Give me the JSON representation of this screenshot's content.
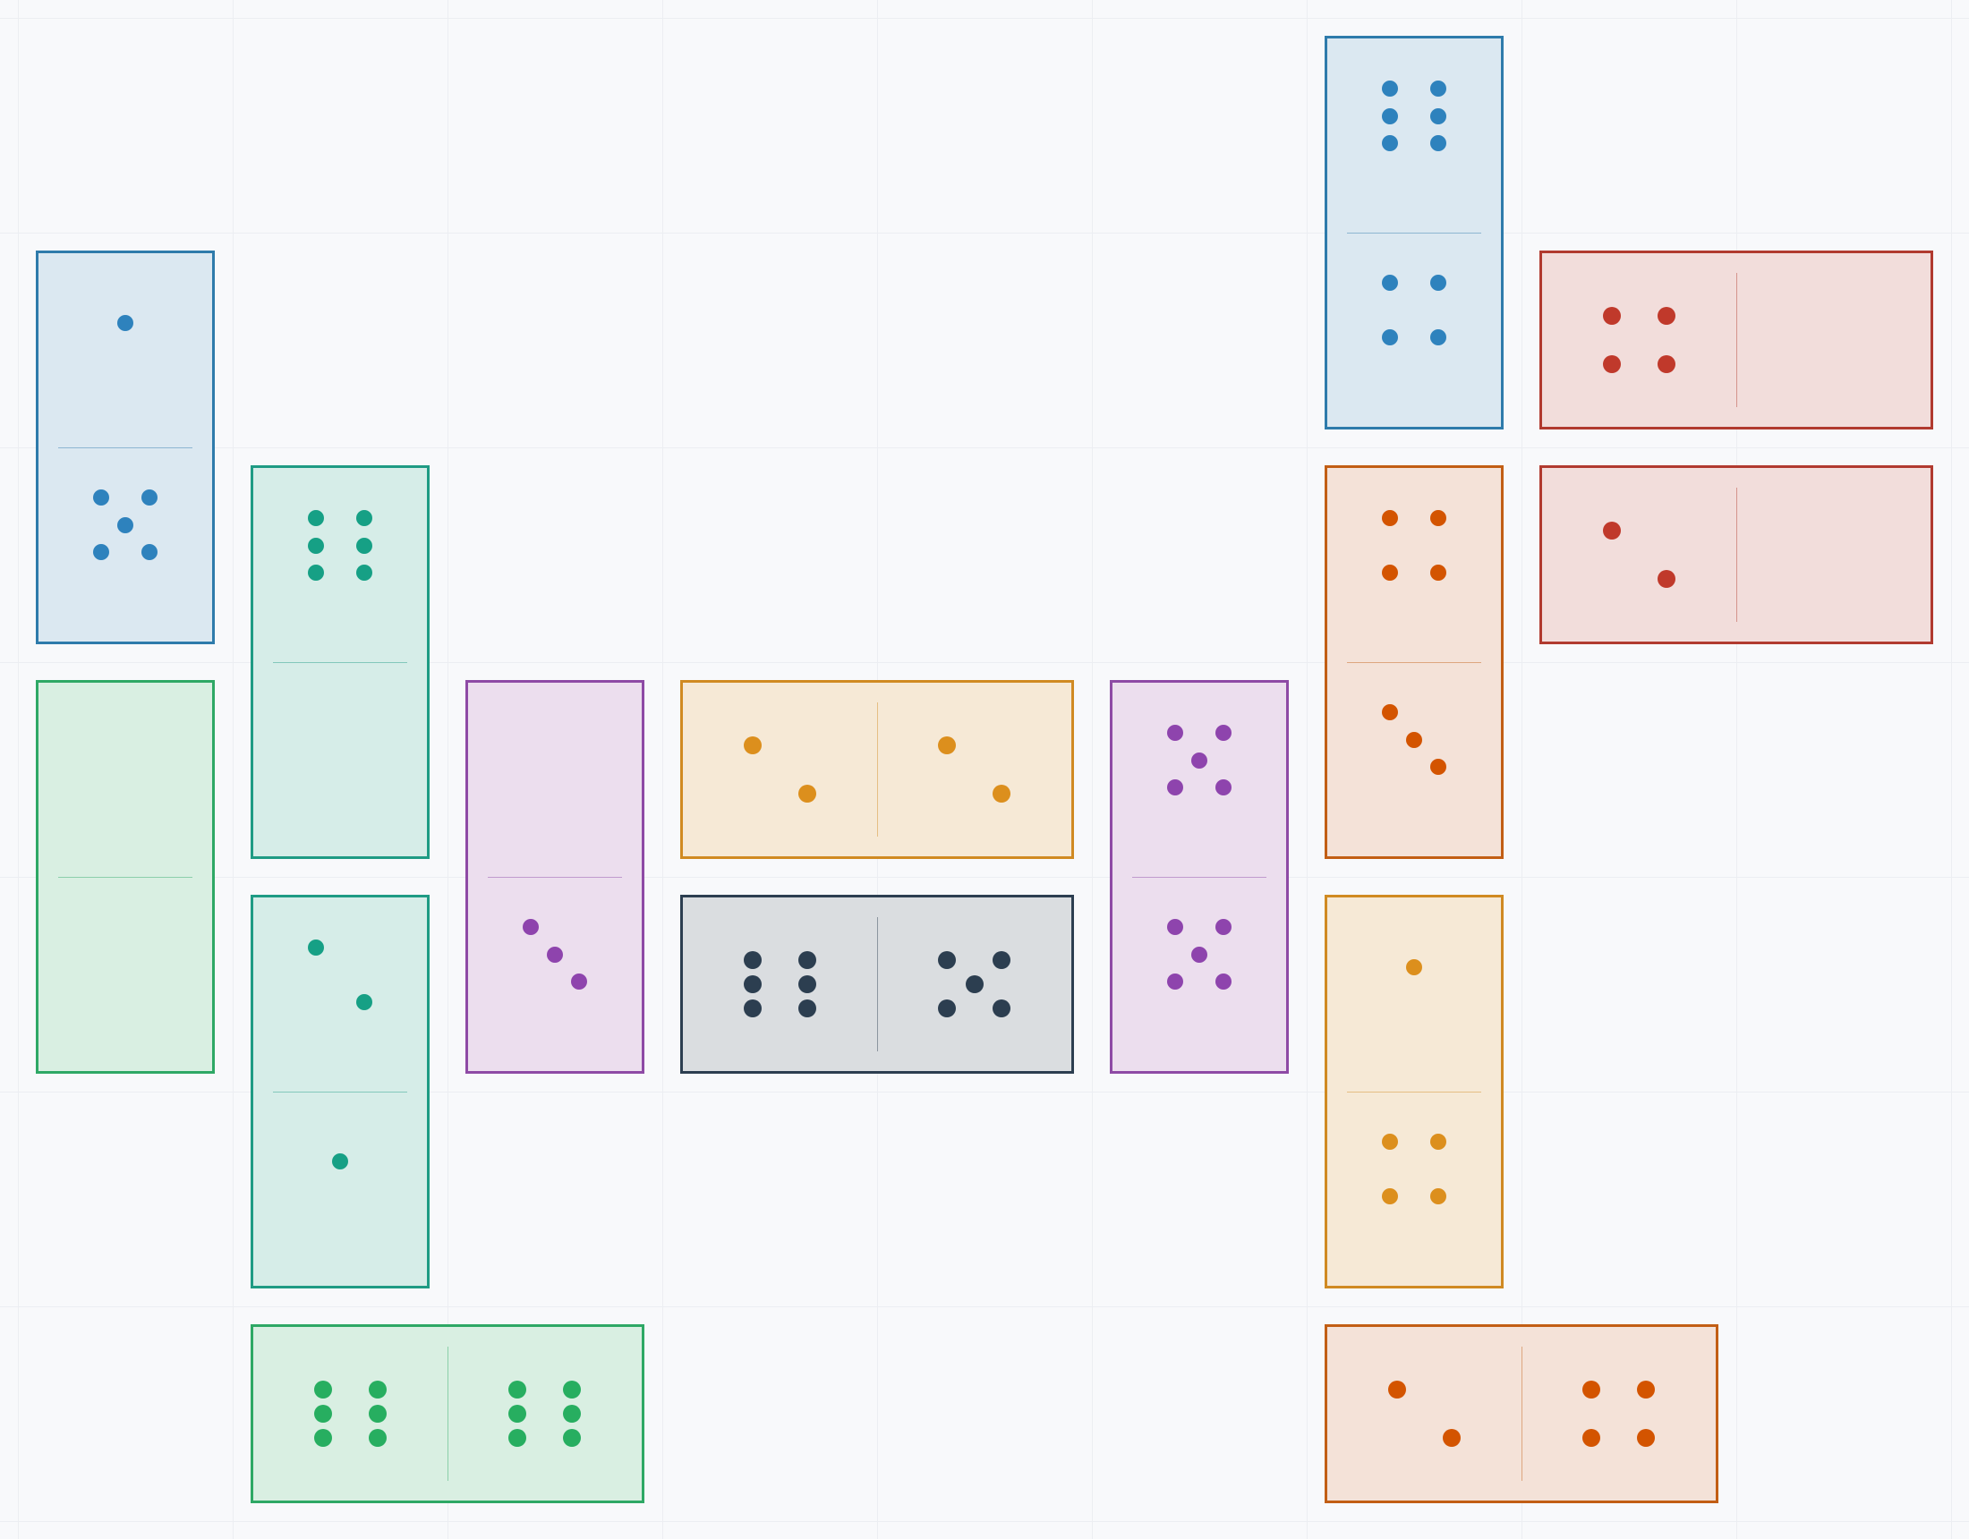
{
  "colors": {
    "blue": {
      "border": "#2e7bab",
      "fill": "#dbe8f1",
      "pip": "#2e82bd"
    },
    "teal": {
      "border": "#1f9b84",
      "fill": "#d6ede8",
      "pip": "#16a085"
    },
    "green": {
      "border": "#2ea865",
      "fill": "#d9efe2",
      "pip": "#27ae60"
    },
    "purple": {
      "border": "#8e4aa5",
      "fill": "#ecdeee",
      "pip": "#8e44ad"
    },
    "amber": {
      "border": "#d08a22",
      "fill": "#f6e9d6",
      "pip": "#dc8f1d"
    },
    "slate": {
      "border": "#2c3e50",
      "fill": "#dadde0",
      "pip": "#2c3e50"
    },
    "orange": {
      "border": "#c25e14",
      "fill": "#f4e2d8",
      "pip": "#d35400"
    },
    "red": {
      "border": "#b13a2f",
      "fill": "#f2dddb",
      "pip": "#c0392b"
    }
  },
  "dominoes": [
    {
      "name": "domino-1-5",
      "color": "blue",
      "pips": [
        1,
        5
      ],
      "orientation": "vertical",
      "col": 0,
      "row": 1
    },
    {
      "name": "domino-0-0",
      "color": "green",
      "pips": [
        0,
        0
      ],
      "orientation": "vertical",
      "col": 0,
      "row": 3
    },
    {
      "name": "domino-6-0",
      "color": "teal",
      "pips": [
        6,
        0
      ],
      "orientation": "vertical",
      "col": 1,
      "row": 2
    },
    {
      "name": "domino-2-1",
      "color": "teal",
      "pips": [
        2,
        1
      ],
      "orientation": "vertical",
      "col": 1,
      "row": 4
    },
    {
      "name": "domino-6-6-green",
      "color": "green",
      "pips": [
        6,
        6
      ],
      "orientation": "horizontal",
      "col": 1,
      "row": 6
    },
    {
      "name": "domino-0-3-purple",
      "color": "purple",
      "pips": [
        0,
        3
      ],
      "orientation": "vertical",
      "col": 2,
      "row": 3
    },
    {
      "name": "domino-2-2",
      "color": "amber",
      "pips": [
        2,
        2
      ],
      "orientation": "horizontal",
      "col": 3,
      "row": 3
    },
    {
      "name": "domino-6-5",
      "color": "slate",
      "pips": [
        6,
        5
      ],
      "orientation": "horizontal",
      "col": 3,
      "row": 4
    },
    {
      "name": "domino-5-5",
      "color": "purple",
      "pips": [
        5,
        5
      ],
      "orientation": "vertical",
      "col": 5,
      "row": 3
    },
    {
      "name": "domino-6-4",
      "color": "blue",
      "pips": [
        6,
        4
      ],
      "orientation": "vertical",
      "col": 6,
      "row": 0
    },
    {
      "name": "domino-4-3",
      "color": "orange",
      "pips": [
        4,
        3
      ],
      "orientation": "vertical",
      "col": 6,
      "row": 2
    },
    {
      "name": "domino-1-4",
      "color": "amber",
      "pips": [
        1,
        4
      ],
      "orientation": "vertical",
      "col": 6,
      "row": 4
    },
    {
      "name": "domino-2-4",
      "color": "orange",
      "pips": [
        2,
        4
      ],
      "orientation": "horizontal",
      "col": 6,
      "row": 6
    },
    {
      "name": "domino-4-0",
      "color": "red",
      "pips": [
        4,
        0
      ],
      "orientation": "horizontal",
      "col": 7,
      "row": 1
    },
    {
      "name": "domino-2-0",
      "color": "red",
      "pips": [
        2,
        0
      ],
      "orientation": "horizontal",
      "col": 7,
      "row": 2
    }
  ]
}
